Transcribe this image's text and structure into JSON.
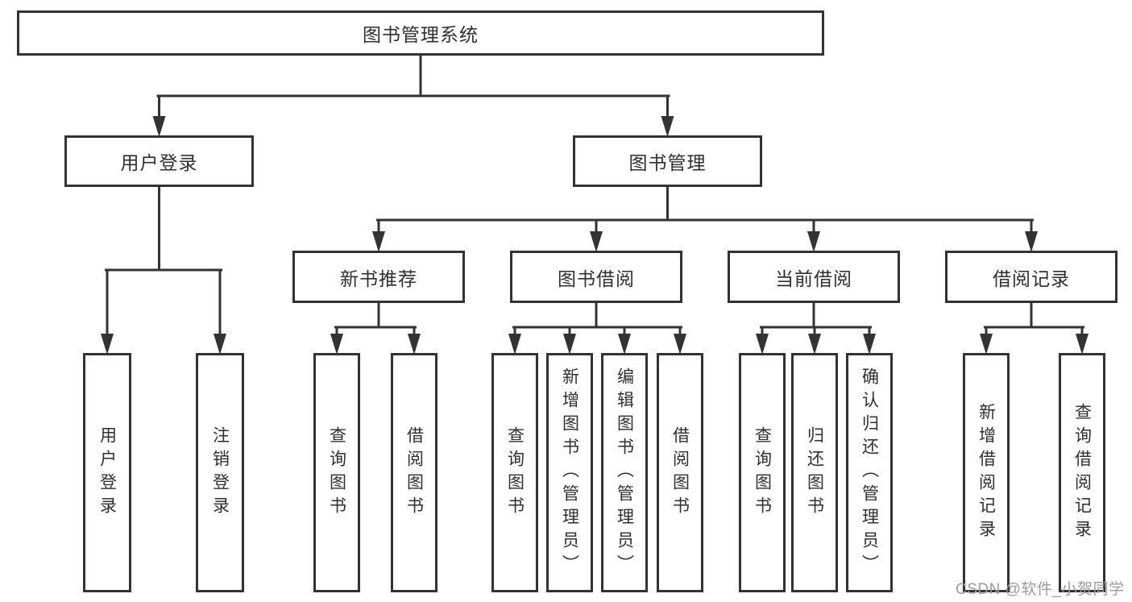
{
  "diagram": {
    "title": "图书管理系统",
    "nodes": [
      {
        "id": "root",
        "label": "图书管理系统",
        "orientation": "horizontal"
      },
      {
        "id": "user-login",
        "label": "用户登录",
        "orientation": "horizontal"
      },
      {
        "id": "book-mgmt",
        "label": "图书管理",
        "orientation": "horizontal"
      },
      {
        "id": "new-book-rec",
        "label": "新书推荐",
        "orientation": "horizontal"
      },
      {
        "id": "book-borrow",
        "label": "图书借阅",
        "orientation": "horizontal"
      },
      {
        "id": "current-borrow",
        "label": "当前借阅",
        "orientation": "horizontal"
      },
      {
        "id": "borrow-record",
        "label": "借阅记录",
        "orientation": "horizontal"
      },
      {
        "id": "login",
        "label": "用户登录",
        "orientation": "vertical"
      },
      {
        "id": "logout",
        "label": "注销登录",
        "orientation": "vertical"
      },
      {
        "id": "rec-query",
        "label": "查询图书",
        "orientation": "vertical"
      },
      {
        "id": "rec-borrow",
        "label": "借阅图书",
        "orientation": "vertical"
      },
      {
        "id": "bb-query",
        "label": "查询图书",
        "orientation": "vertical"
      },
      {
        "id": "bb-add",
        "label": "新增图书（管理员）",
        "orientation": "vertical"
      },
      {
        "id": "bb-edit",
        "label": "编辑图书（管理员）",
        "orientation": "vertical"
      },
      {
        "id": "bb-borrow",
        "label": "借阅图书",
        "orientation": "vertical"
      },
      {
        "id": "cb-query",
        "label": "查询图书",
        "orientation": "vertical"
      },
      {
        "id": "cb-return",
        "label": "归还图书",
        "orientation": "vertical"
      },
      {
        "id": "cb-confirm",
        "label": "确认归还（管理员）",
        "orientation": "vertical"
      },
      {
        "id": "br-add",
        "label": "新增借阅记录",
        "orientation": "vertical"
      },
      {
        "id": "br-query",
        "label": "查询借阅记录",
        "orientation": "vertical"
      }
    ],
    "edges": [
      {
        "from": "root",
        "to": [
          "user-login",
          "book-mgmt"
        ]
      },
      {
        "from": "user-login",
        "to": [
          "login",
          "logout"
        ]
      },
      {
        "from": "book-mgmt",
        "to": [
          "new-book-rec",
          "book-borrow",
          "current-borrow",
          "borrow-record"
        ]
      },
      {
        "from": "new-book-rec",
        "to": [
          "rec-query",
          "rec-borrow"
        ]
      },
      {
        "from": "book-borrow",
        "to": [
          "bb-query",
          "bb-add",
          "bb-edit",
          "bb-borrow"
        ]
      },
      {
        "from": "current-borrow",
        "to": [
          "cb-query",
          "cb-return",
          "cb-confirm"
        ]
      },
      {
        "from": "borrow-record",
        "to": [
          "br-add",
          "br-query"
        ]
      }
    ],
    "colors": {
      "line": "#333333",
      "box_border": "#333333",
      "box_fill": "#ffffff",
      "text": "#2f2f2f",
      "watermark": "#9b9b9b",
      "background": "#ffffff"
    },
    "watermark": "CSDN @软件_小贺同学"
  }
}
